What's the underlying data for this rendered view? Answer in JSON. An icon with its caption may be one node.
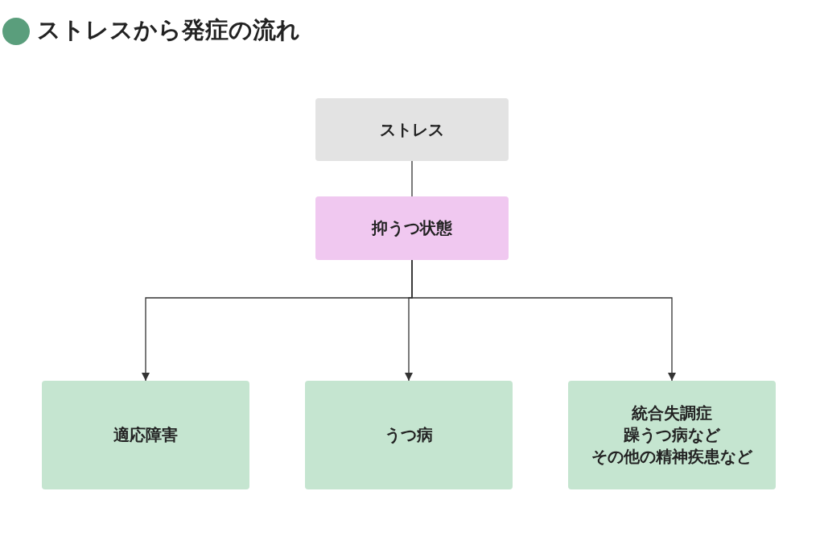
{
  "diagram": {
    "title": "ストレスから発症の流れ",
    "nodes": [
      {
        "text": [
          "ストレス"
        ]
      },
      {
        "text": [
          "抑うつ状態"
        ]
      },
      {
        "text": [
          "適応障害"
        ]
      },
      {
        "text": [
          "うつ病"
        ]
      },
      {
        "text": [
          "統合失調症",
          "躁うつ病など",
          "その他の精神疾患など"
        ]
      }
    ],
    "edges": [
      {
        "from": 0,
        "to": 1,
        "arrow": "none"
      },
      {
        "from": 1,
        "to": 2,
        "arrow": "to"
      },
      {
        "from": 1,
        "to": 3,
        "arrow": "to"
      },
      {
        "from": 1,
        "to": 4,
        "arrow": "to"
      }
    ]
  }
}
